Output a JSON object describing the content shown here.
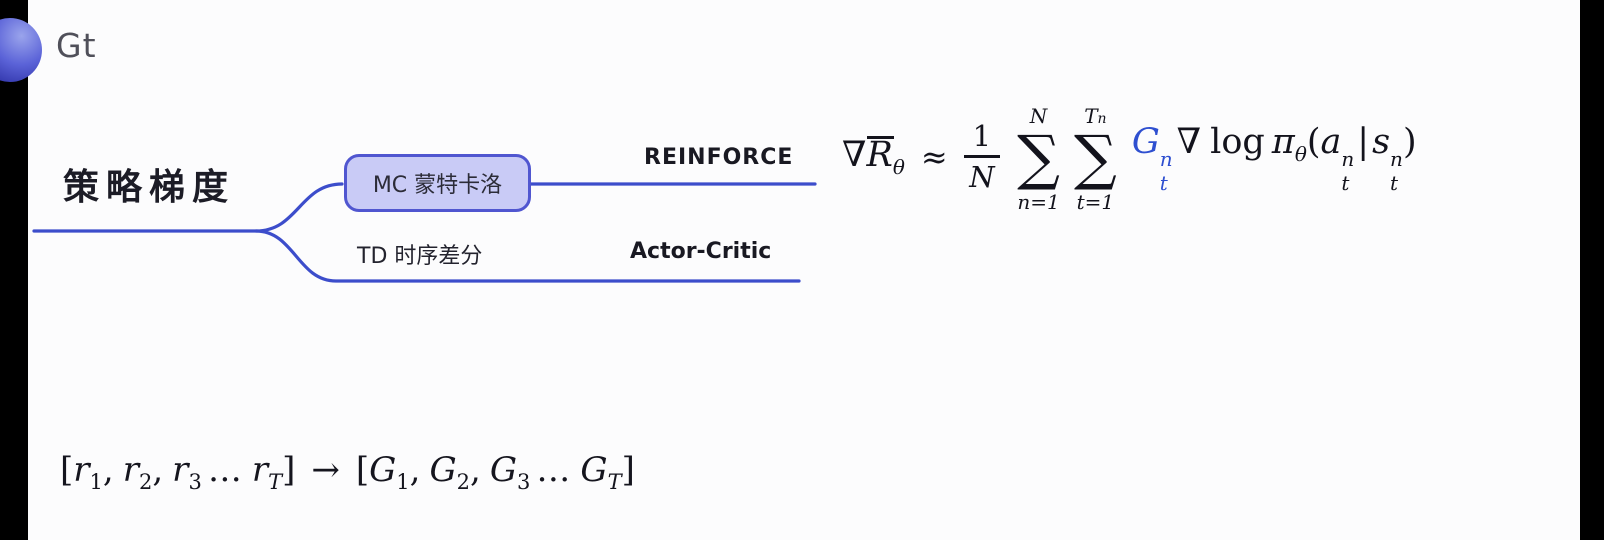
{
  "page": {
    "watermark": "Gt"
  },
  "colors": {
    "connector_blue": "#3c4dcb",
    "node_fill": "#c9cbf6",
    "node_border": "#5056d0",
    "return_term_blue": "#2e4fd0"
  },
  "mindmap": {
    "root_label": "策略梯度",
    "branches": [
      {
        "node": "MC 蒙特卡洛",
        "result": "REINFORCE"
      },
      {
        "node": "TD 时序差分",
        "result": "Actor-Critic"
      }
    ]
  },
  "formula": {
    "nabla": "∇",
    "R": "R",
    "R_sub": "θ",
    "approx": "≈",
    "frac_num": "1",
    "frac_den": "N",
    "sigma": "∑",
    "sum1_top": "N",
    "sum1_bot": "n=1",
    "sum2_top_letter": "T",
    "sum2_top_sub": "n",
    "sum2_bot": "t=1",
    "G": "G",
    "G_sup": "n",
    "G_sub": "t",
    "nabla2": "∇",
    "log": "log",
    "pi": "π",
    "pi_sub": "θ",
    "lparen": "(",
    "a": "a",
    "a_sup": "n",
    "a_sub": "t",
    "mid": "|",
    "s": "s",
    "s_sup": "n",
    "s_sub": "t",
    "rparen": ")"
  },
  "sequence": {
    "lbracket": "[",
    "rbracket": "]",
    "comma": ",",
    "dots": "…",
    "arrow": "→",
    "left_letter": "r",
    "right_letter": "G",
    "idx1": "1",
    "idx2": "2",
    "idx3": "3",
    "idxT": "T"
  }
}
